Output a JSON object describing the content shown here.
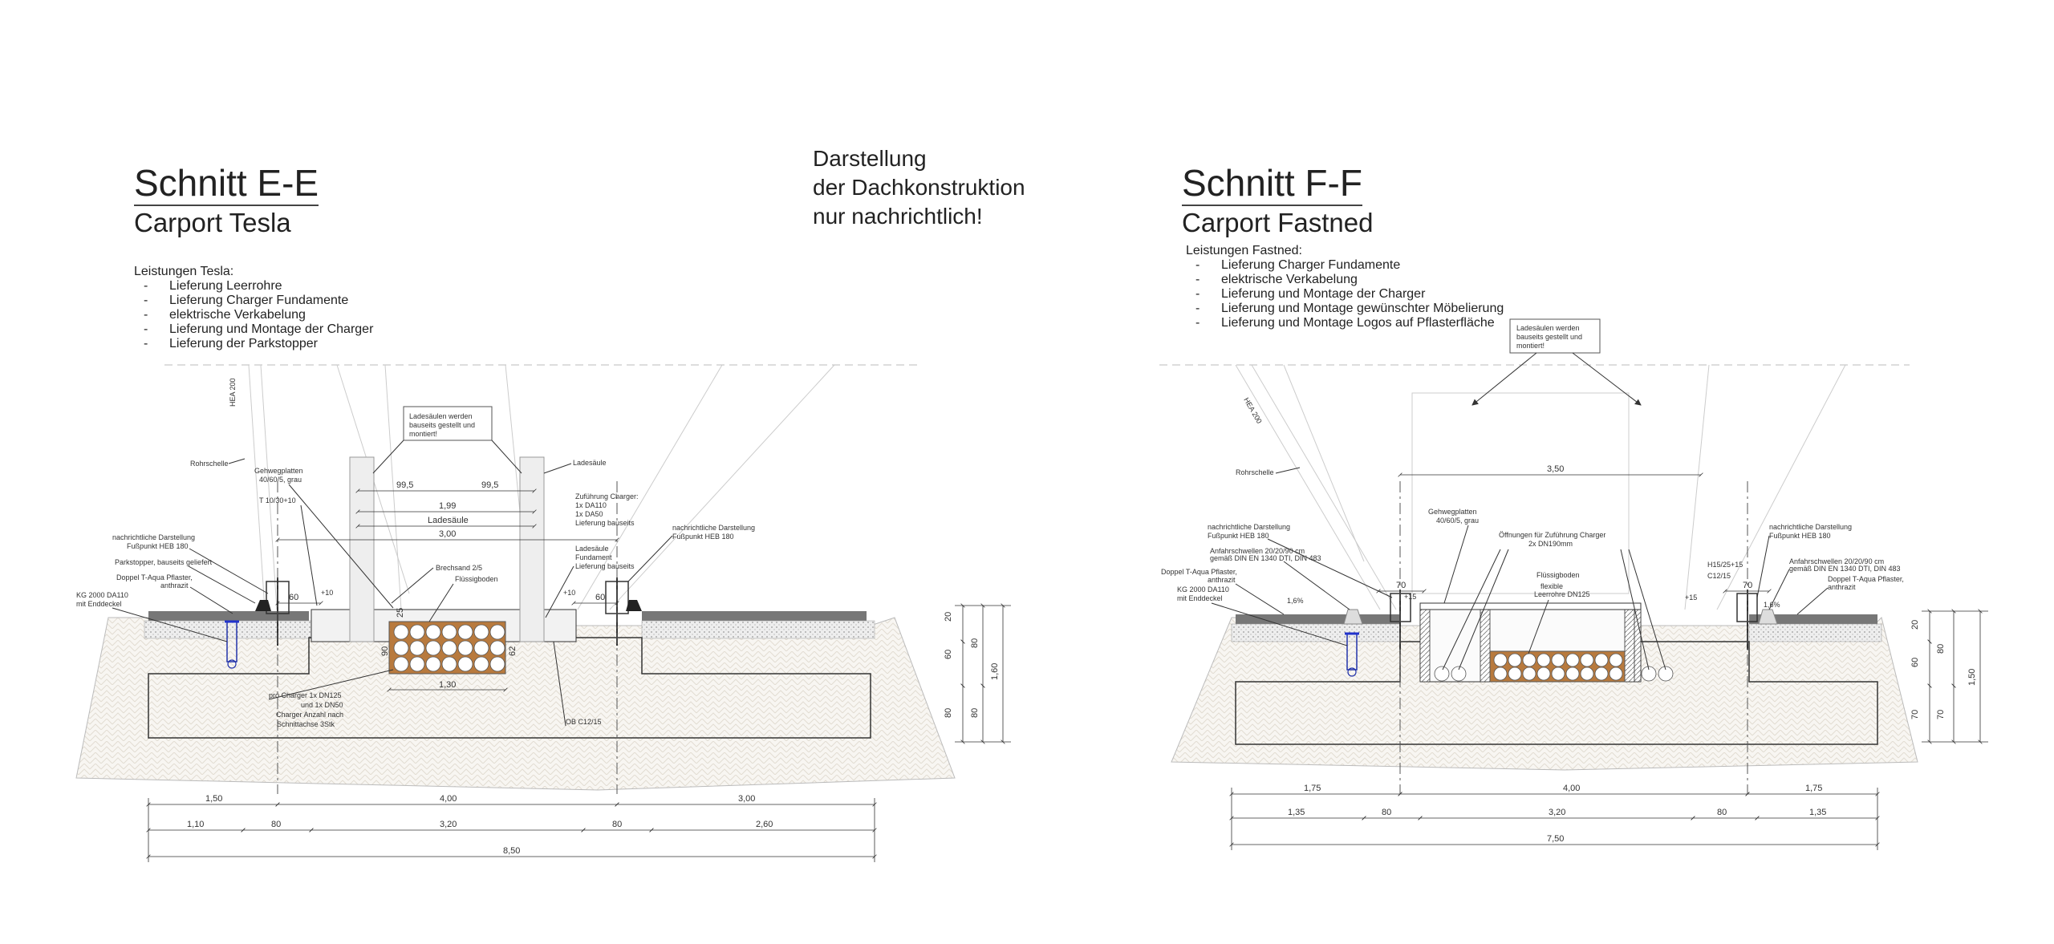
{
  "left": {
    "title": "Schnitt E-E",
    "subtitle": "Carport Tesla",
    "scope_heading": "Leistungen Tesla:",
    "scope_items": [
      "Lieferung Leerrohre",
      "Lieferung Charger Fundamente",
      "elektrische Verkabelung",
      "Lieferung und Montage der Charger",
      "Lieferung der Parkstopper"
    ],
    "labels": {
      "rohrschelle": "Rohrschelle",
      "hea": "HEA 200",
      "ladesaeule_box_1": "Ladesäulen werden",
      "ladesaeule_box_2": "bauseits gestellt und",
      "ladesaeule_box_3": "montiert!",
      "gehweg_1": "Gehwegplatten",
      "gehweg_2": "40/60/5, grau",
      "t_label": "T 10/30+10",
      "ladesaeule": "Ladesäule",
      "zufuehrung_1": "Zuführung Charger:",
      "zufuehrung_2": "1x DA110",
      "zufuehrung_3": "1x DA50",
      "zufuehrung_4": "Lieferung bauseits",
      "fundament_1": "Ladesäule",
      "fundament_2": "Fundament",
      "fundament_3": "Lieferung bauseits",
      "nachr_l_1": "nachrichtliche Darstellung",
      "nachr_l_2": "Fußpunkt HEB 180",
      "nachr_r_1": "nachrichtliche Darstellung",
      "nachr_r_2": "Fußpunkt HEB 180",
      "parkstopper": "Parkstopper, bauseits geliefert",
      "doppelt_1": "Doppel T-Aqua Pflaster,",
      "doppelt_2": "anthrazit",
      "kg_1": "KG 2000 DA110",
      "kg_2": "mit Enddeckel",
      "brechsand": "Brechsand 2/5",
      "fluessig": "Flüssigboden",
      "charger_1": "pro Charger 1x DN125",
      "charger_2": "und 1x DN50",
      "charger_3": "Charger Anzahl nach",
      "charger_4": "Schnittachse 3Stk",
      "ob": "OB C12/15",
      "plus10_l": "+10",
      "plus10_r": "+10"
    },
    "dims": {
      "d99_l": "99,5",
      "d99_r": "99,5",
      "d199": "1,99",
      "ladesaeule_span": "Ladesäule",
      "d300": "3,00",
      "d60_l": "60",
      "d60_r": "60",
      "d25": "25",
      "d90": "90",
      "d62": "62",
      "d130": "1,30",
      "v20": "20",
      "v60": "60",
      "v80a": "80",
      "v80b": "80",
      "v80c": "80",
      "v160": "1,60",
      "h150": "1,50",
      "h400": "4,00",
      "h300": "3,00",
      "h110": "1,10",
      "h80a": "80",
      "h320": "3,20",
      "h80b": "80",
      "h260": "2,60",
      "h850": "8,50"
    }
  },
  "note": {
    "line1": "Darstellung",
    "line2": "der Dachkonstruktion",
    "line3": "nur nachrichtlich!"
  },
  "right": {
    "title": "Schnitt F-F",
    "subtitle": "Carport Fastned",
    "scope_heading": "Leistungen Fastned:",
    "scope_items": [
      "Lieferung Charger Fundamente",
      "elektrische Verkabelung",
      "Lieferung und Montage der Charger",
      "Lieferung und Montage gewünschter Möbelierung",
      "Lieferung und Montage Logos auf Pflasterfläche"
    ],
    "labels": {
      "box_1": "Ladesäulen werden",
      "box_2": "bauseits gestellt und",
      "box_3": "montiert!",
      "hea": "HEA 200",
      "rohrschelle": "Rohrschelle",
      "gehweg_1": "Gehwegplatten",
      "gehweg_2": "40/60/5, grau",
      "oeffnungen_1": "Öffnungen für Zuführung Charger",
      "oeffnungen_2": "2x DN190mm",
      "nachr_l_1": "nachrichtliche Darstellung",
      "nachr_l_2": "Fußpunkt HEB 180",
      "nachr_r_1": "nachrichtliche Darstellung",
      "nachr_r_2": "Fußpunkt HEB 180",
      "anfahr_l_1": "Anfahrschwellen 20/20/90 cm",
      "anfahr_l_2": "gemäß DIN EN 1340 DTI, DIN 483",
      "anfahr_r_1": "Anfahrschwellen 20/20/90 cm",
      "anfahr_r_2": "gemäß DIN EN 1340 DTI, DIN 483",
      "doppelt_l_1": "Doppel T-Aqua Pflaster,",
      "doppelt_l_2": "anthrazit",
      "doppelt_r_1": "Doppel T-Aqua Pflaster,",
      "doppelt_r_2": "anthrazit",
      "kg_1": "KG 2000 DA110",
      "kg_2": "mit Enddeckel",
      "fluessig_1": "Flüssigboden",
      "fluessig_2": "flexible",
      "fluessig_3": "Leerrohre DN125",
      "h15": "H15/25+15",
      "c12": "C12/15",
      "slope_l": "1,6%",
      "slope_r": "1,6%",
      "plus15_l": "+15",
      "plus15_r": "+15"
    },
    "dims": {
      "d350": "3,50",
      "d70_l": "70",
      "d70_r": "70",
      "v20": "20",
      "v60": "60",
      "v80": "80",
      "v70a": "70",
      "v70b": "70",
      "v150": "1,50",
      "h175_l": "1,75",
      "h400": "4,00",
      "h175_r": "1,75",
      "h135_l": "1,35",
      "h80a": "80",
      "h320": "3,20",
      "h80b": "80",
      "h135_r": "1,35",
      "h750": "7,50"
    }
  }
}
